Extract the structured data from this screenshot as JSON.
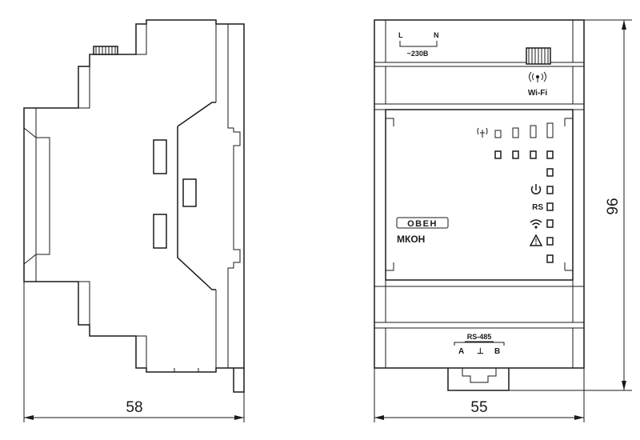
{
  "dimensions": {
    "side_width": "58",
    "front_width": "55",
    "height": "96"
  },
  "front_panel": {
    "power_terminal": {
      "l": "L",
      "n": "N",
      "voltage": "~230В"
    },
    "antenna_label": "Wi-Fi",
    "logo": "ОВЕН",
    "model": "МКОН",
    "rs_label": "RS",
    "bottom_terminal": {
      "title": "RS-485",
      "a": "A",
      "gnd": "⊥",
      "b": "B"
    }
  },
  "icons": [
    "antenna-icon",
    "signal-bars-icon",
    "power-icon",
    "wifi-icon",
    "warning-icon"
  ]
}
